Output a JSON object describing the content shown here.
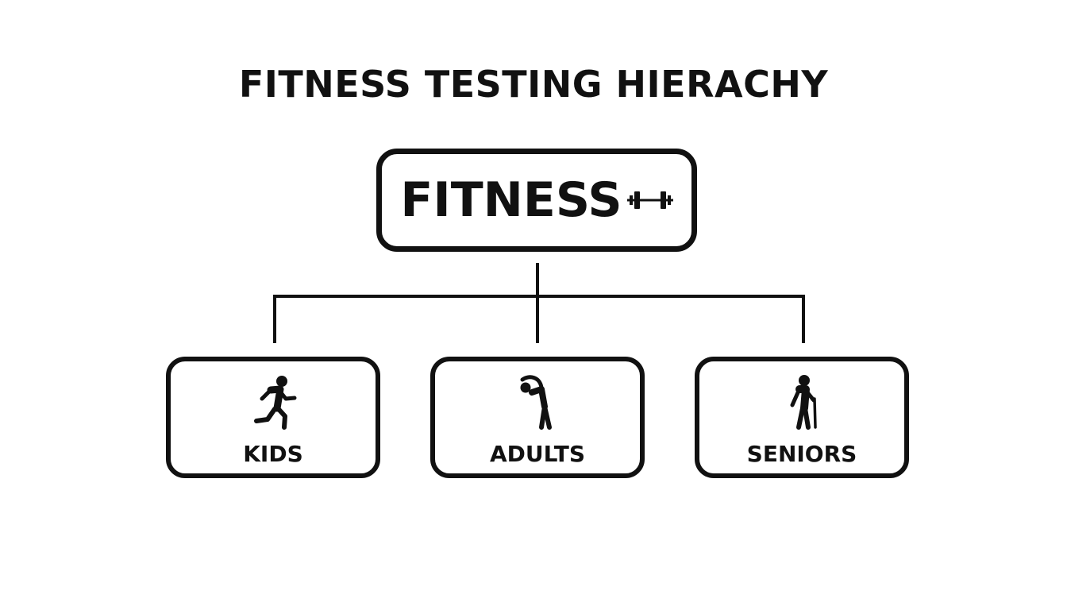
{
  "title": "FITNESS TESTING HIERACHY",
  "root": {
    "label": "FITNESS",
    "icon": "dumbbell-icon"
  },
  "children": [
    {
      "label": "KIDS",
      "icon": "running-person-icon"
    },
    {
      "label": "ADULTS",
      "icon": "stretching-person-icon"
    },
    {
      "label": "SENIORS",
      "icon": "elderly-person-with-cane-icon"
    }
  ],
  "colors": {
    "line": "#111111",
    "background": "#ffffff"
  }
}
